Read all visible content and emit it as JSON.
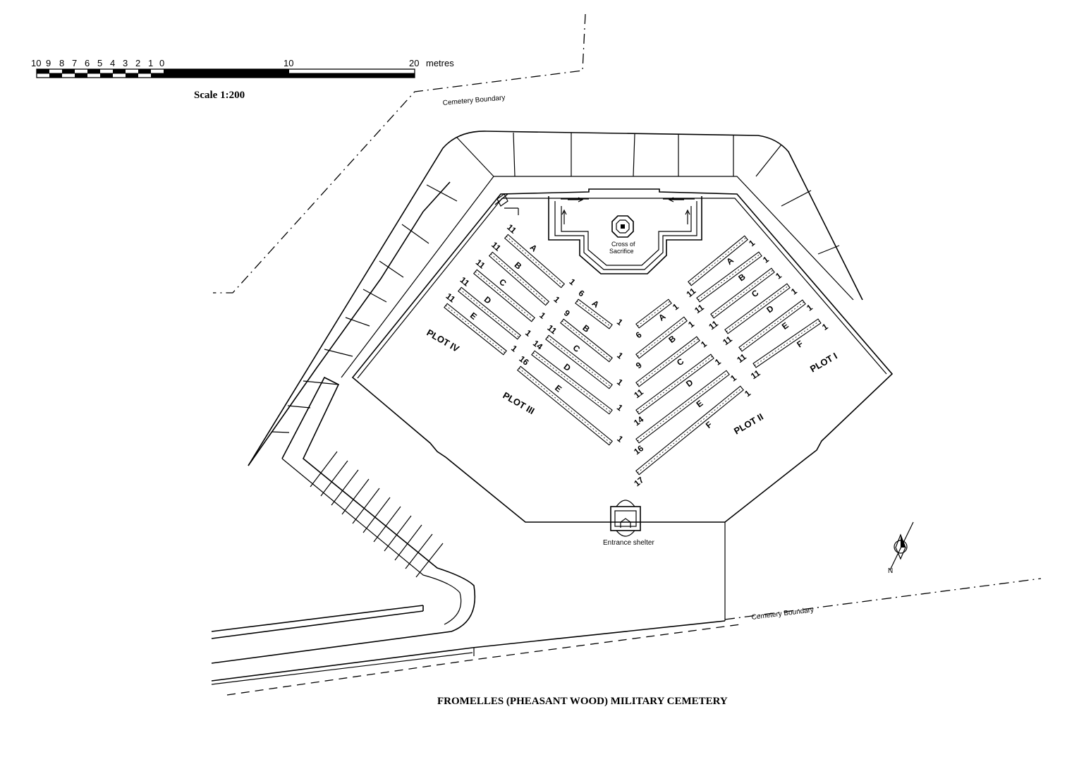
{
  "scale": {
    "ticks_left": [
      "10",
      "9",
      "8",
      "7",
      "6",
      "5",
      "4",
      "3",
      "2",
      "1",
      "0"
    ],
    "tick_mid": "10",
    "tick_end": "20",
    "unit": "metres",
    "caption": "Scale 1:200"
  },
  "labels": {
    "boundary_top": "Cemetery Boundary",
    "boundary_bottom": "Cemetery Boundary",
    "cross_line1": "Cross of",
    "cross_line2": "Sacrifice",
    "entrance": "Entrance shelter",
    "title": "FROMELLES (PHEASANT WOOD) MILITARY CEMETERY",
    "north": "N"
  },
  "plots": [
    {
      "name": "PLOT I"
    },
    {
      "name": "PLOT II"
    },
    {
      "name": "PLOT III"
    },
    {
      "name": "PLOT IV"
    }
  ],
  "rows": [
    {
      "plot": "IV",
      "letter": "A",
      "start": "11",
      "end": "1"
    },
    {
      "plot": "IV",
      "letter": "B",
      "start": "11",
      "end": "1"
    },
    {
      "plot": "IV",
      "letter": "C",
      "start": "11",
      "end": "1"
    },
    {
      "plot": "IV",
      "letter": "D",
      "start": "11",
      "end": "1"
    },
    {
      "plot": "IV",
      "letter": "E",
      "start": "11",
      "end": "1"
    },
    {
      "plot": "III",
      "letter": "A",
      "start": "6",
      "end": "1"
    },
    {
      "plot": "III",
      "letter": "B",
      "start": "9",
      "end": "1"
    },
    {
      "plot": "III",
      "letter": "C",
      "start": "11",
      "end": "1"
    },
    {
      "plot": "III",
      "letter": "D",
      "start": "14",
      "end": "1"
    },
    {
      "plot": "III",
      "letter": "E",
      "start": "16",
      "end": "1"
    },
    {
      "plot": "II",
      "letter": "A",
      "start": "6",
      "end": "1"
    },
    {
      "plot": "II",
      "letter": "B",
      "start": "9",
      "end": "1"
    },
    {
      "plot": "II",
      "letter": "C",
      "start": "11",
      "end": "1"
    },
    {
      "plot": "II",
      "letter": "D",
      "start": "14",
      "end": "1"
    },
    {
      "plot": "II",
      "letter": "E",
      "start": "16",
      "end": "1"
    },
    {
      "plot": "II",
      "letter": "F",
      "start": "17",
      "end": "1"
    },
    {
      "plot": "I",
      "letter": "A",
      "start": "11",
      "end": "1"
    },
    {
      "plot": "I",
      "letter": "B",
      "start": "11",
      "end": "1"
    },
    {
      "plot": "I",
      "letter": "C",
      "start": "11",
      "end": "1"
    },
    {
      "plot": "I",
      "letter": "D",
      "start": "11",
      "end": "1"
    },
    {
      "plot": "I",
      "letter": "E",
      "start": "11",
      "end": "1"
    },
    {
      "plot": "I",
      "letter": "F",
      "start": "11",
      "end": "1"
    }
  ]
}
